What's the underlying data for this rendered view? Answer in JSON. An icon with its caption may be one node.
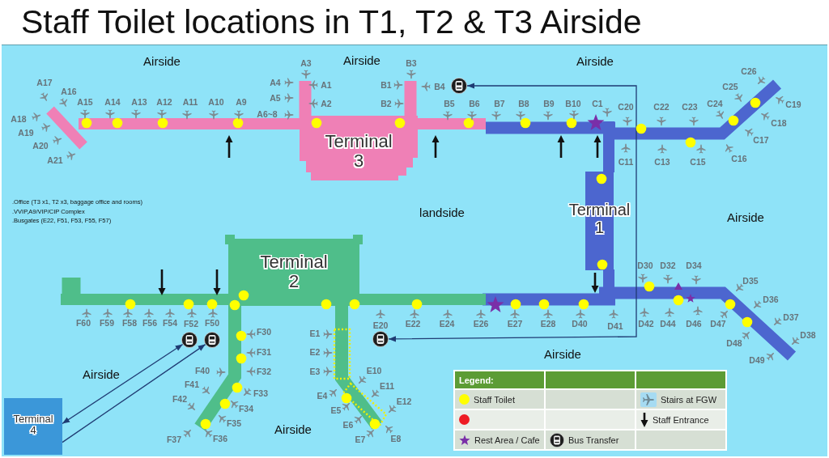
{
  "diagram": {
    "title": "Staff Toilet locations in T1, T2 & T3 Airside",
    "nodes": [
      {
        "text": [
          "Terminal 3"
        ]
      },
      {
        "text": [],
        "shape": "bus"
      },
      {
        "text": [
          "Terminal 1"
        ]
      },
      {
        "text": [
          "Terminal 2"
        ]
      },
      {
        "text": [],
        "shape": "bus"
      },
      {
        "text": [],
        "shape": "bus"
      },
      {
        "text": [],
        "shape": "bus"
      },
      {
        "text": [
          "Terminal 4"
        ]
      }
    ],
    "edges": [
      {
        "from": 1,
        "to": 6,
        "arrow": "both"
      },
      {
        "from": 4,
        "to": 7,
        "arrow": "both"
      },
      {
        "from": 7,
        "to": 5,
        "arrow": "to"
      }
    ],
    "labels": [
      "Airside",
      "A3",
      "Airside",
      "B3",
      "Airside",
      "C26",
      "A17",
      "A16",
      "A4",
      "A1",
      "B1",
      "B4",
      "C25",
      "A15",
      "A14",
      "A13",
      "A12",
      "A11",
      "A10",
      "A9",
      "A5",
      "A2",
      "B2",
      "B5",
      "B6",
      "B7",
      "B8",
      "B9",
      "B10",
      "C1",
      "C20",
      "C22",
      "C23",
      "C24",
      "C19",
      "A18",
      "A6~8",
      "C18",
      "A19",
      "A20",
      "C17",
      "A21",
      "C11",
      "C13",
      "C15",
      "C16",
      ".Office (T3 x1, T2 x3, baggage office and rooms)",
      ".VVIP,A9/VIP/CIP Complex",
      ".Busgates (E22, F51, F53, F55, F57)",
      "landside",
      "Airside",
      "D30",
      "D32",
      "D34",
      "D35",
      "D36",
      "F60",
      "F59",
      "F58",
      "F56",
      "F54",
      "F52",
      "F50",
      "E20",
      "E22",
      "E24",
      "E26",
      "E27",
      "E28",
      "D40",
      "D41",
      "D42",
      "D44",
      "D46",
      "D47",
      "D37",
      "F30",
      "E1",
      "D48",
      "D38",
      "F31",
      "E2",
      "Airside",
      "D49",
      "Airside",
      "F40",
      "F32",
      "E3",
      "E10",
      "F42",
      "F41",
      "F34",
      "F33",
      "E4",
      "E5",
      "E11",
      "E12",
      "F35",
      "Airside",
      "E6",
      "F37",
      "F36",
      "E7",
      "E8",
      "Legend:"
    ],
    "legend": [
      {
        "text": "Staff Toilet",
        "color": "#ffff00"
      },
      {
        "text": "Stairs at FGW"
      },
      {
        "text": "Staff Entrance"
      },
      {
        "text": "Rest Area / Cafe"
      },
      {
        "text": "Bus Transfer"
      }
    ]
  }
}
